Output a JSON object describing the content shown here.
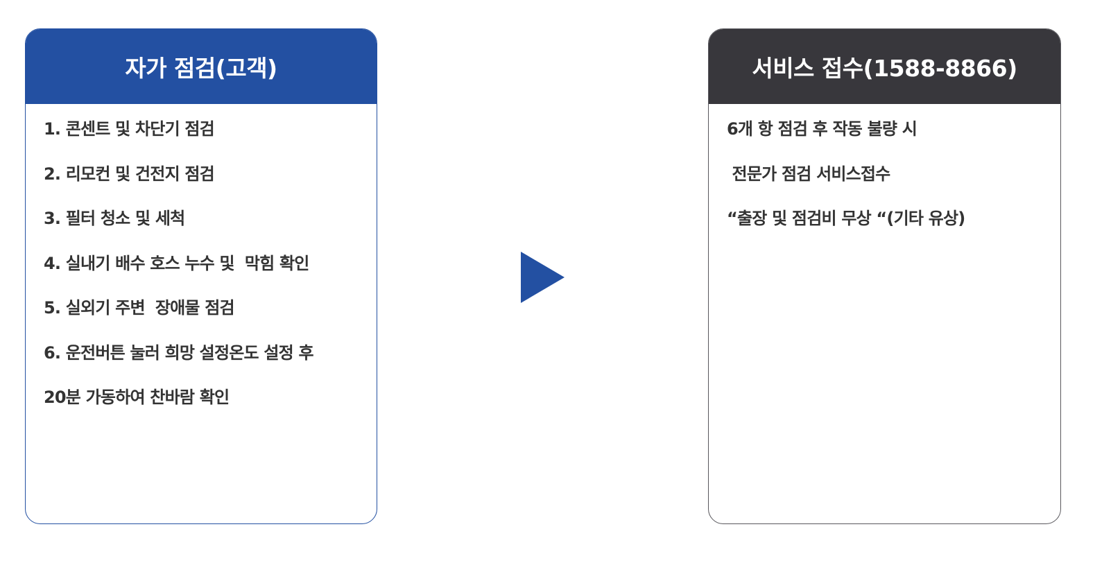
{
  "colors": {
    "self_check_header": "#2350a2",
    "service_header": "#38373c",
    "arrow": "#2350a2",
    "text": "#333333"
  },
  "self_check": {
    "title": "자가  점검(고객)",
    "items": [
      "1. 콘센트 및 차단기 점검",
      "2. 리모컨 및 건전지 점검",
      "3. 필터 청소 및 세척",
      "4. 실내기 배수 호스 누수 및  막힘 확인",
      "5. 실외기 주변  장애물 점검",
      "6. 운전버튼 눌러 희망 설정온도 설정 후",
      "20분 가동하여 찬바람 확인"
    ]
  },
  "flow_arrow": {
    "icon": "play-triangle-right-icon"
  },
  "service": {
    "title": "서비스 접수(1588-8866)",
    "items": [
      "6개 항 점검 후 작동 불량 시",
      " 전문가 점검 서비스접수",
      "“출장 및 점검비 무상 “(기타 유상)"
    ]
  }
}
